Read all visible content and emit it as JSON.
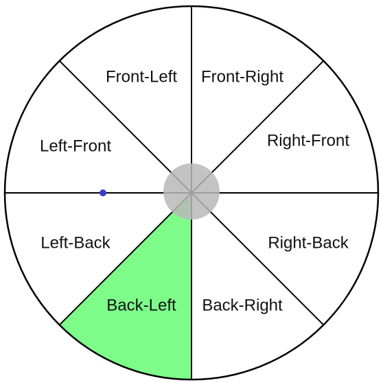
{
  "wheel": {
    "sectors": [
      {
        "label": "Front-Left",
        "highlighted": false
      },
      {
        "label": "Front-Right",
        "highlighted": false
      },
      {
        "label": "Right-Front",
        "highlighted": false
      },
      {
        "label": "Right-Back",
        "highlighted": false
      },
      {
        "label": "Back-Right",
        "highlighted": false
      },
      {
        "label": "Back-Left",
        "highlighted": true
      },
      {
        "label": "Left-Back",
        "highlighted": false
      },
      {
        "label": "Left-Front",
        "highlighted": false
      }
    ]
  },
  "colors": {
    "highlight": "#7dfc8a",
    "hub": "#b8b8b8",
    "marker": "#3b3bcc",
    "line": "#000000",
    "background": "#ffffff"
  }
}
